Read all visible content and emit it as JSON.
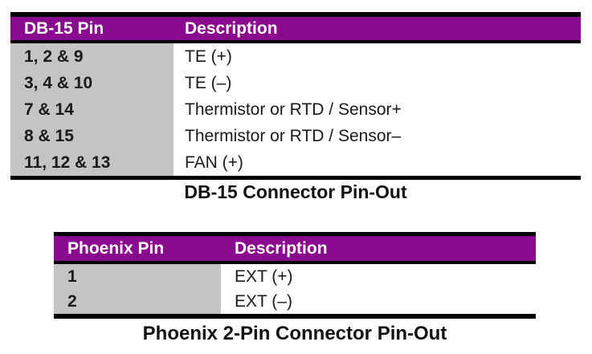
{
  "colors": {
    "header_bg": "#8A0A8E",
    "header_text": "#FFFFFF",
    "pin_column_bg": "#C4C4C4",
    "rule": "#000000",
    "body_text": "#1A1A1A"
  },
  "table1": {
    "headers": {
      "pin": "DB-15 Pin",
      "description": "Description"
    },
    "rows": [
      {
        "pin": "1, 2 & 9",
        "description": "TE (+)"
      },
      {
        "pin": "3, 4 & 10",
        "description": "TE (–)"
      },
      {
        "pin": "7 & 14",
        "description": "Thermistor or RTD / Sensor+"
      },
      {
        "pin": "8 & 15",
        "description": "Thermistor or RTD / Sensor–"
      },
      {
        "pin": "11, 12 & 13",
        "description": "FAN (+)"
      }
    ],
    "caption": "DB-15 Connector Pin-Out"
  },
  "table2": {
    "headers": {
      "pin": "Phoenix Pin",
      "description": "Description"
    },
    "rows": [
      {
        "pin": "1",
        "description": "EXT (+)"
      },
      {
        "pin": "2",
        "description": "EXT (–)"
      }
    ],
    "caption": "Phoenix 2-Pin Connector Pin-Out"
  }
}
